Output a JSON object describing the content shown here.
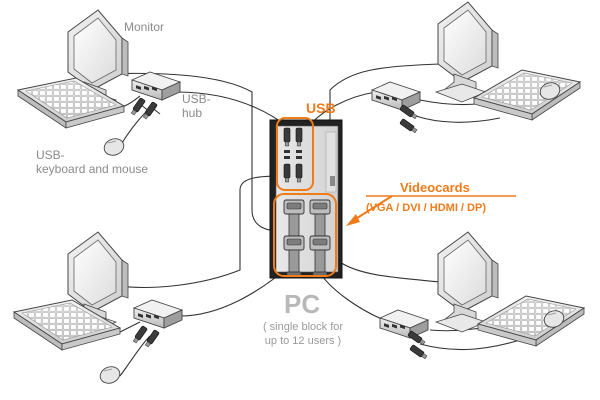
{
  "labels": {
    "monitor": "Monitor",
    "usb_hub_1": "USB-",
    "usb_hub_2": "hub",
    "usb_kbm_1": "USB-",
    "usb_kbm_2": "keyboard and mouse",
    "usb": "USB",
    "videocards": "Videocards",
    "video_types": "(VGA / DVI / HDMI / DP)",
    "pc": "PC",
    "pc_sub_1": "( single block for",
    "pc_sub_2": "up to 12 users )"
  },
  "colors": {
    "accent": "#f07b18",
    "line": "#333333",
    "label": "#8a8a8a",
    "device_light": "#e6e6e6",
    "device_mid": "#c8c8c8",
    "device_dark": "#555555"
  },
  "icons": [
    "monitor-icon",
    "keyboard-icon",
    "mouse-icon",
    "usb-hub-icon",
    "pc-tower-icon",
    "videocard-icon"
  ]
}
